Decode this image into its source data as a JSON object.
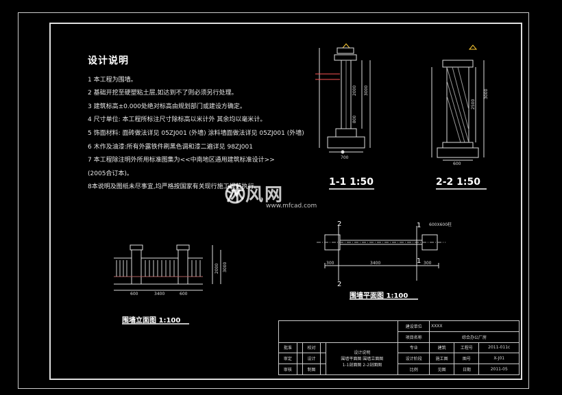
{
  "notes": {
    "title": "设计说明",
    "lines": [
      "1  本工程为围墙。",
      "2  基础开挖至硬塑粘土层,如达到不了则必须另行处理。",
      "3  建筑标高±0.000处绝对标高由规划部门或建设方确定。",
      "4  尺寸单位:  本工程所标注尺寸除标高以米计外  其余均以毫米计。",
      "5  饰面材料:  面砖做法详见 05ZJ001 (外墙)  涂料墙面做法详见 05ZJ001 (外墙)",
      "6  木作及油漆:所有外露铁件刷黑色调和漆二遍详见 98ZJ001",
      "7  本工程除注明外所用标准图集为<<中南地区通用建筑标准设计>>",
      "   (2005合订本)。",
      "8本说明及图纸未尽事宜,均严格按国家有关现行施工规范执行。"
    ]
  },
  "drawings": {
    "section_1": "1-1 1:50",
    "section_2": "2-2 1:50",
    "plan": "围墙平面图 1:100",
    "elevation": "围墙立面图 1:100"
  },
  "dims": {
    "s1_height": "3000",
    "s1_mid": "2000",
    "s1_top": "800",
    "s1_base_w": "700",
    "s2_height": "3000",
    "s2_mid": "2500",
    "s2_base": "600",
    "plan_span": "3400",
    "plan_left": "300",
    "plan_right": "300",
    "plan_pier": "600X600柱",
    "elev_span": "3400",
    "elev_left": "600",
    "elev_right": "600",
    "elev_height": "3000",
    "elev_mid": "2000"
  },
  "watermark": {
    "text": "沐风网",
    "url": "www.mfcad.com"
  },
  "title_block": {
    "client_label": "建设单位",
    "client_value": "XXXX",
    "project_label": "项目名称",
    "project_value": "综合办公厂房",
    "row_labels": [
      "批准",
      "审定",
      "审核"
    ],
    "row_labels2": [
      "校对",
      "设计",
      "制图"
    ],
    "drawing_name_top": "设计说明",
    "drawing_name_mid": "围墙平面图     围墙立面图",
    "drawing_name_bot": "1-1剖面图     2-2剖面图",
    "discipline_label": "专业",
    "discipline_value": "建筑",
    "job_label": "工程号",
    "job_value": "2011-011c",
    "stage_label": "设计阶段",
    "stage_value": "施工图",
    "sheet_label": "图号",
    "sheet_value": "X-J01",
    "scale_label": "比例",
    "scale_value": "见图",
    "date_label": "日期",
    "date_value": "2011-05"
  }
}
